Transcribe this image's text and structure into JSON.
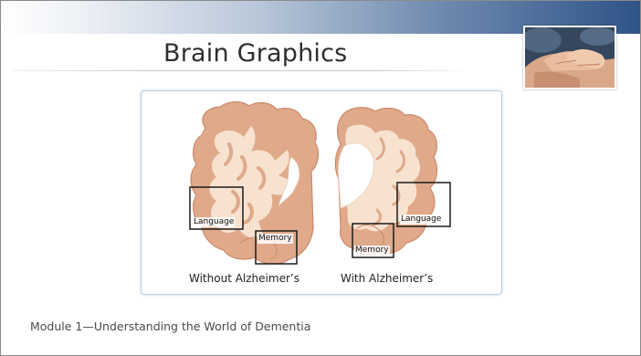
{
  "slide": {
    "title": "Brain Graphics",
    "footer": "Module 1—Understanding the World of Dementia"
  },
  "figure": {
    "left_brain": {
      "caption": "Without Alzheimer’s",
      "language_label": "Language",
      "memory_label": "Memory"
    },
    "right_brain": {
      "caption": "With Alzheimer’s",
      "language_label": "Language",
      "memory_label": "Memory"
    }
  },
  "colors": {
    "cortex": "#e0a98a",
    "white_matter": "#f6e2cf",
    "band_dark": "#2f5488",
    "frame_border": "#b5cde6"
  },
  "icons": {
    "photo": "hands-photo"
  }
}
